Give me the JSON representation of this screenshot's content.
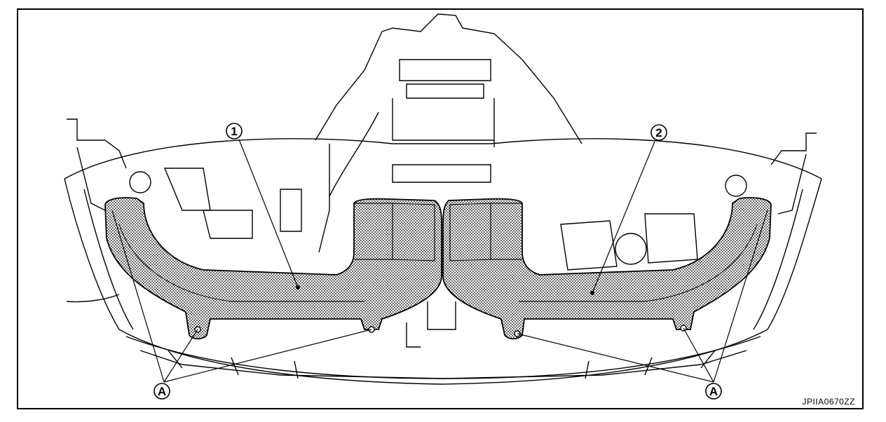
{
  "figure": {
    "code": "JPIIA0670ZZ",
    "callouts": [
      {
        "id": "1",
        "text": "1"
      },
      {
        "id": "2",
        "text": "2"
      },
      {
        "id": "A-left",
        "text": "A"
      },
      {
        "id": "A-right",
        "text": "A"
      }
    ]
  },
  "colors": {
    "line": "#000000",
    "background": "#ffffff",
    "duct_fill": "#9a9a9a"
  }
}
